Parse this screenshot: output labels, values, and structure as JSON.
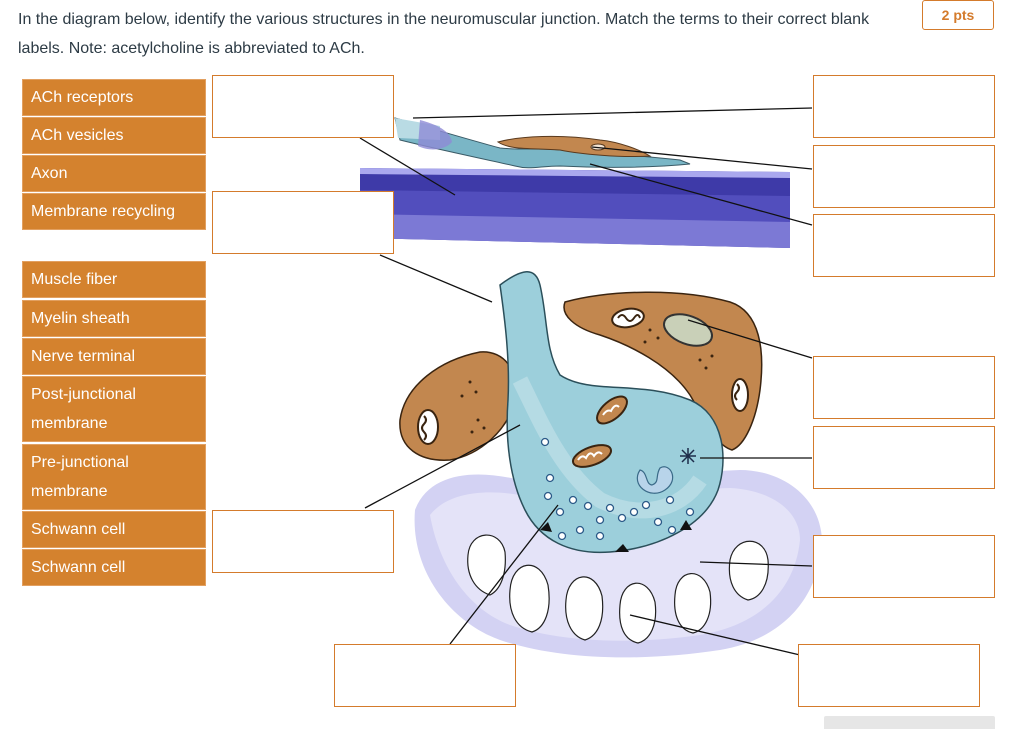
{
  "question": {
    "text": "In the diagram below, identify the various structures in the neuromuscular junction. Match the terms to their correct blank labels. Note: acetylcholine is abbreviated to ACh.",
    "points": "2 pts"
  },
  "terms": [
    "ACh receptors",
    "ACh vesicles",
    "Axon",
    "Membrane recycling",
    "Muscle fiber",
    "Myelin sheath",
    "Nerve terminal",
    "Post-junctional membrane",
    "Pre-junctional membrane",
    "Schwann cell",
    "Schwann cell"
  ],
  "blanks": [
    {
      "value": ""
    },
    {
      "value": ""
    },
    {
      "value": ""
    },
    {
      "value": ""
    },
    {
      "value": ""
    },
    {
      "value": ""
    },
    {
      "value": ""
    },
    {
      "value": ""
    },
    {
      "value": ""
    },
    {
      "value": ""
    },
    {
      "value": ""
    }
  ],
  "colors": {
    "accent": "#d4822e",
    "axon": "#8fcbd6",
    "schwann": "#c2874f",
    "muscle": "#3e3aa8",
    "muscle_light": "#c9c8ee"
  }
}
